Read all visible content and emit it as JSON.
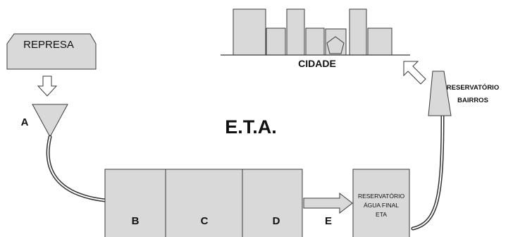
{
  "diagram": {
    "title": "E.T.A.",
    "source": {
      "label": "REPRESA"
    },
    "intake": {
      "label": "A"
    },
    "stages": [
      {
        "label": "B"
      },
      {
        "label": "C"
      },
      {
        "label": "D"
      }
    ],
    "transfer": {
      "label": "E"
    },
    "final_reservoir": {
      "line1": "RESERVATÓRIO",
      "line2": "ÁGUA FINAL",
      "line3": "ETA"
    },
    "district_reservoir": {
      "line1": "RESERVATÓRIO",
      "line2": "BAIRROS"
    },
    "city": {
      "label": "CIDADE"
    }
  },
  "colors": {
    "fill": "#d9d9d9",
    "stroke": "#3a3a3a",
    "text": "#111111"
  }
}
